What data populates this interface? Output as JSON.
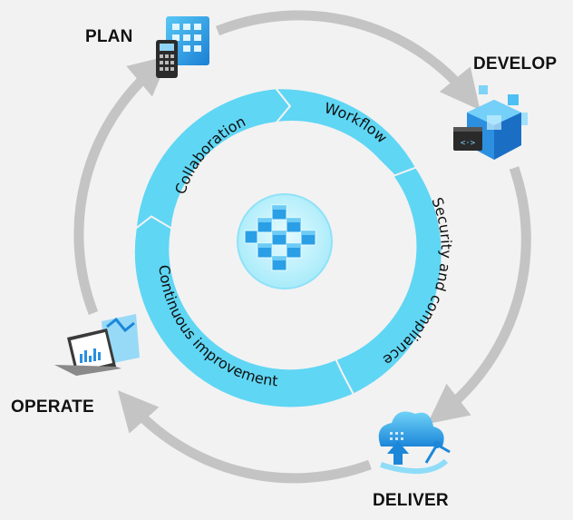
{
  "stages": {
    "plan": "PLAN",
    "develop": "DEVELOP",
    "deliver": "DELIVER",
    "operate": "OPERATE"
  },
  "practices": {
    "collaboration": "Collaboration",
    "workflow": "Workflow",
    "security": "Security and compliance",
    "improvement": "Continuous improvement"
  },
  "icons": [
    "calculator-building-icon",
    "cube-stack-icon",
    "cloud-upload-icon",
    "laptop-chart-icon",
    "central-cube-cluster-icon"
  ],
  "colors": {
    "background": "#f2f2f2",
    "cycle_arrow": "#c4c4c4",
    "ring": "#5fd6f4",
    "ring_dark": "#2ab5e8",
    "hub": "#bff0fb",
    "accent_blue": "#1c86d9"
  }
}
